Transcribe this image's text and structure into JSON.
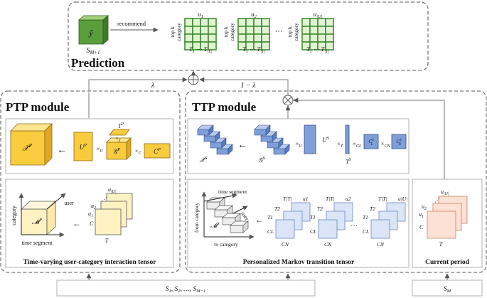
{
  "prediction": {
    "title": "Prediction",
    "tensor_symbol": "ŷ",
    "input_label": "S_{M+1}",
    "recommend_label": "recommend",
    "matrices": [
      {
        "user": "u_1",
        "row_label": "top k category",
        "col_label": "T_1 ⋯ T_{|T|}"
      },
      {
        "user": "u_2",
        "row_label": "top k category",
        "col_label": "T_1 ⋯ T_{|T|}"
      },
      {
        "user": "u_{|U|}",
        "row_label": "top k category",
        "col_label": "T_1 ⋯ T_{|T|}"
      }
    ],
    "ellipsis": "⋯"
  },
  "fusion": {
    "plus_symbol": "⊕",
    "times_symbol": "⊗",
    "lambda_label": "λ",
    "one_minus_lambda_label": "1 − λ"
  },
  "ptp": {
    "title": "PTP module",
    "x_hat": "𝒳̂ᴾ",
    "arrow": "←",
    "equation": {
      "U": "Uᴾ",
      "times_U": "×U",
      "G": "𝒢ᴾ",
      "times_C": "×C",
      "C": "Cᴾ",
      "T": "Tᴾ",
      "times_T": "×T"
    },
    "tensor_axes": {
      "category": "category",
      "user": "user",
      "time": "time segment",
      "m": "𝓜ᴾ"
    },
    "slices": {
      "u1": "u1",
      "u2": "u2",
      "uU": "u|U|",
      "dots": "⋯",
      "C": "C",
      "T": "T"
    },
    "caption": "Time-varying user-category interaction tensor"
  },
  "ttp": {
    "title": "TTP module",
    "x_hat": "𝒳̂ˢ",
    "G": "𝒢ˢ",
    "arrow": "←",
    "equation": {
      "times_U": "×U",
      "U": "Uˢ",
      "times_T": "×T",
      "T": "Tˢ",
      "times_CL": "×CL",
      "CL": "CLˢ",
      "times_CN": "×CN",
      "CN": "CNˢ"
    },
    "tensor_axes": {
      "time": "time segment",
      "user": "user",
      "from": "from category",
      "to": "to category",
      "m": "𝓜ˢ"
    },
    "groups": [
      {
        "T": "T|T|",
        "T2": "T2",
        "T1": "T1",
        "user": "u1",
        "CL": "CL",
        "CN": "CN"
      },
      {
        "T": "T|T|",
        "T2": "T2",
        "T1": "T1",
        "user": "u2",
        "CL": "CL",
        "CN": "CN"
      },
      {
        "T": "T|T|",
        "T2": "T2",
        "T1": "T1",
        "user": "u|U|",
        "CL": "CL",
        "CN": "CN"
      }
    ],
    "dots": "⋯",
    "caption": "Personalized Markov transition tensor"
  },
  "current": {
    "uU": "u|U|",
    "u2": "u2",
    "u1": "u1",
    "C": "C",
    "T": "T",
    "caption": "Current period"
  },
  "inputs": {
    "history": "S1, S2, …, SM−1",
    "current": "SM"
  },
  "colors": {
    "green_front": "#5a9e3c",
    "green_top": "#a4d07c",
    "green_side": "#3f7a28",
    "grid": "#3f8f30",
    "grid_light": "#e2f2d4",
    "yellow_front": "#f8cc3d",
    "yellow_top": "#fbe58f",
    "yellow_side": "#e0a820",
    "yellow_light": "#fff2c2",
    "blue": "#7e9fd8",
    "blue_top": "#b8cbee",
    "blue_side": "#5a7cc0",
    "blue_light": "#dbe5f7",
    "peach": "#fde1d4",
    "peach_stroke": "#c9805e"
  }
}
